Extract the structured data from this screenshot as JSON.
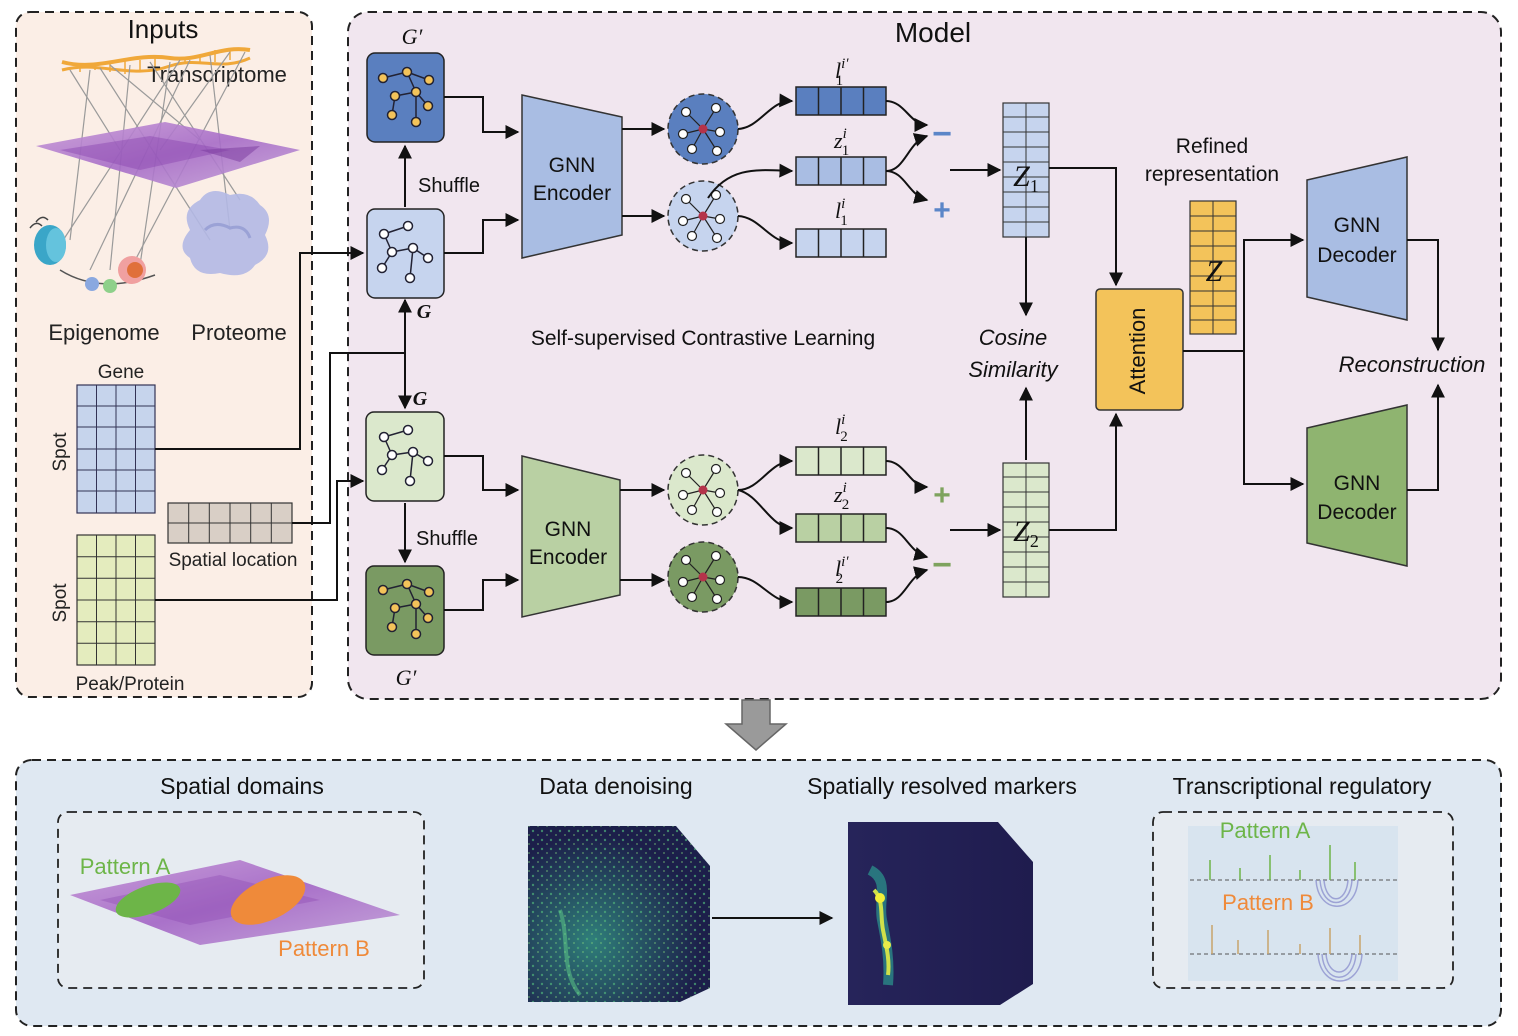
{
  "inputs": {
    "title": "Inputs",
    "transcriptome": "Transcriptome",
    "epigenome": "Epigenome",
    "proteome": "Proteome",
    "gene": "Gene",
    "spot": "Spot",
    "spatial_location": "Spatial location",
    "peak_protein": "Peak/Protein"
  },
  "model": {
    "title": "Model",
    "g_prime": "G′",
    "g": "G",
    "shuffle": "Shuffle",
    "encoder_line1": "GNN",
    "encoder_line2": "Encoder",
    "contrastive": "Self-supervised Contrastive Learning",
    "l1_prime_base": "l",
    "z_base": "z",
    "l_base": "l",
    "sub1": "1",
    "sub2": "2",
    "sup_i": "i",
    "sup_i_prime": "i′",
    "minus": "−",
    "plus": "+",
    "Z": "Z",
    "cosine_line1": "Cosine",
    "cosine_line2": "Similarity",
    "attention": "Attention",
    "refined_line1": "Refined",
    "refined_line2": "representation",
    "z_refined": "Z",
    "decoder_line1": "GNN",
    "decoder_line2": "Decoder",
    "reconstruction": "Reconstruction"
  },
  "outputs": {
    "spatial_domains": "Spatial domains",
    "pattern_a": "Pattern A",
    "pattern_b": "Pattern B",
    "data_denoising": "Data denoising",
    "markers": "Spatially resolved markers",
    "regulatory": "Transcriptional regulatory"
  },
  "colors": {
    "blue_dark": "#5a7fbf",
    "blue_mid": "#a9bde3",
    "blue_light": "#c6d4ee",
    "green_dark": "#7a9a63",
    "green_mid": "#b9d0a3",
    "green_light": "#dbe8cc",
    "orange": "#f3c35a",
    "minus_blue": "#5b86c8",
    "plus_green": "#7ea35e",
    "pattern_a": "#6db548",
    "pattern_b": "#ef8a3a",
    "inputs_bg": "#fbeee6",
    "model_bg": "#f1e6ef",
    "output_bg": "#dfe8f2"
  },
  "icons": [
    "graph-icon",
    "node-aggregation-icon",
    "tissue-slice-image",
    "heatmap-image",
    "arrow-down-icon"
  ]
}
